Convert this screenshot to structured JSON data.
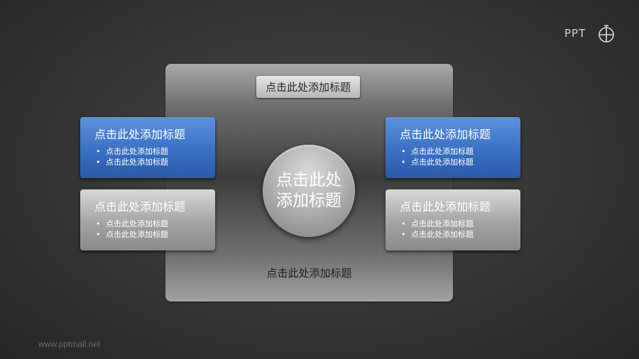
{
  "logo": {
    "text": "PPT",
    "icon": "stopwatch-circle-icon"
  },
  "diagram": {
    "top_title": "点击此处添加标题",
    "bottom_title": "点击此处添加标题",
    "center": {
      "line1": "点击此处",
      "line2": "添加标题"
    },
    "cards": [
      {
        "title": "点击此处添加标题",
        "bullets": [
          "点击此处添加标题",
          "点击此处添加标题"
        ],
        "color": "#3a70c4"
      },
      {
        "title": "点击此处添加标题",
        "bullets": [
          "点击此处添加标题",
          "点击此处添加标题"
        ],
        "color": "#a3a3a3"
      },
      {
        "title": "点击此处添加标题",
        "bullets": [
          "点击此处添加标题",
          "点击此处添加标题"
        ],
        "color": "#3a70c4"
      },
      {
        "title": "点击此处添加标题",
        "bullets": [
          "点击此处添加标题",
          "点击此处添加标题"
        ],
        "color": "#a3a3a3"
      }
    ]
  },
  "footer": {
    "url": "www.pptmall.net"
  }
}
